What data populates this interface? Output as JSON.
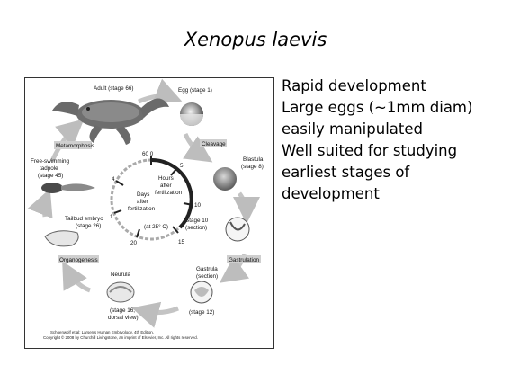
{
  "slide": {
    "title": "Xenopus laevis",
    "bullets": [
      "Rapid development",
      "Large eggs (~1mm diam)",
      "easily manipulated",
      "Well suited for studying",
      "earliest stages of",
      "development"
    ]
  },
  "figure": {
    "stages": {
      "adult": "Adult (stage 66)",
      "egg": "Egg (stage 1)",
      "blastula_1": "Blastula",
      "blastula_2": "(stage 8)",
      "stage10_1": "Stage 10",
      "stage10_2": "(section)",
      "gastrula_1": "Gastrula",
      "gastrula_2": "(section)",
      "gastrula_3": "(stage 12)",
      "neurula_1": "Neurula",
      "neurula_2": "(stage 16,",
      "neurula_3": "dorsal view)",
      "tailbud_1": "Tailbud embryo",
      "tailbud_2": "(stage 26)",
      "tadpole_1": "Free-swimming",
      "tadpole_2": "tadpole",
      "tadpole_3": "(stage 45)"
    },
    "processes": {
      "cleavage": "Cleavage",
      "gastrulation": "Gastrulation",
      "organogenesis": "Organogenesis",
      "metamorphosis": "Metamorphosis"
    },
    "clock": {
      "days_1": "Days",
      "days_2": "after",
      "days_3": "fertilization",
      "hours_1": "Hours",
      "hours_2": "after",
      "hours_3": "fertilization",
      "temp": "(at 25° C)",
      "tick_60_0": "60 0",
      "tick_5": "5",
      "tick_10": "10",
      "tick_15": "15",
      "tick_20": "20",
      "tick_1": "1",
      "tick_4": "4"
    },
    "credit_1": "Schoenwolf et al: Larsen's Human Embryology, 4th Edition.",
    "credit_2": "Copyright © 2008 by Churchill Livingstone, an imprint of Elsevier, Inc. All rights reserved."
  }
}
